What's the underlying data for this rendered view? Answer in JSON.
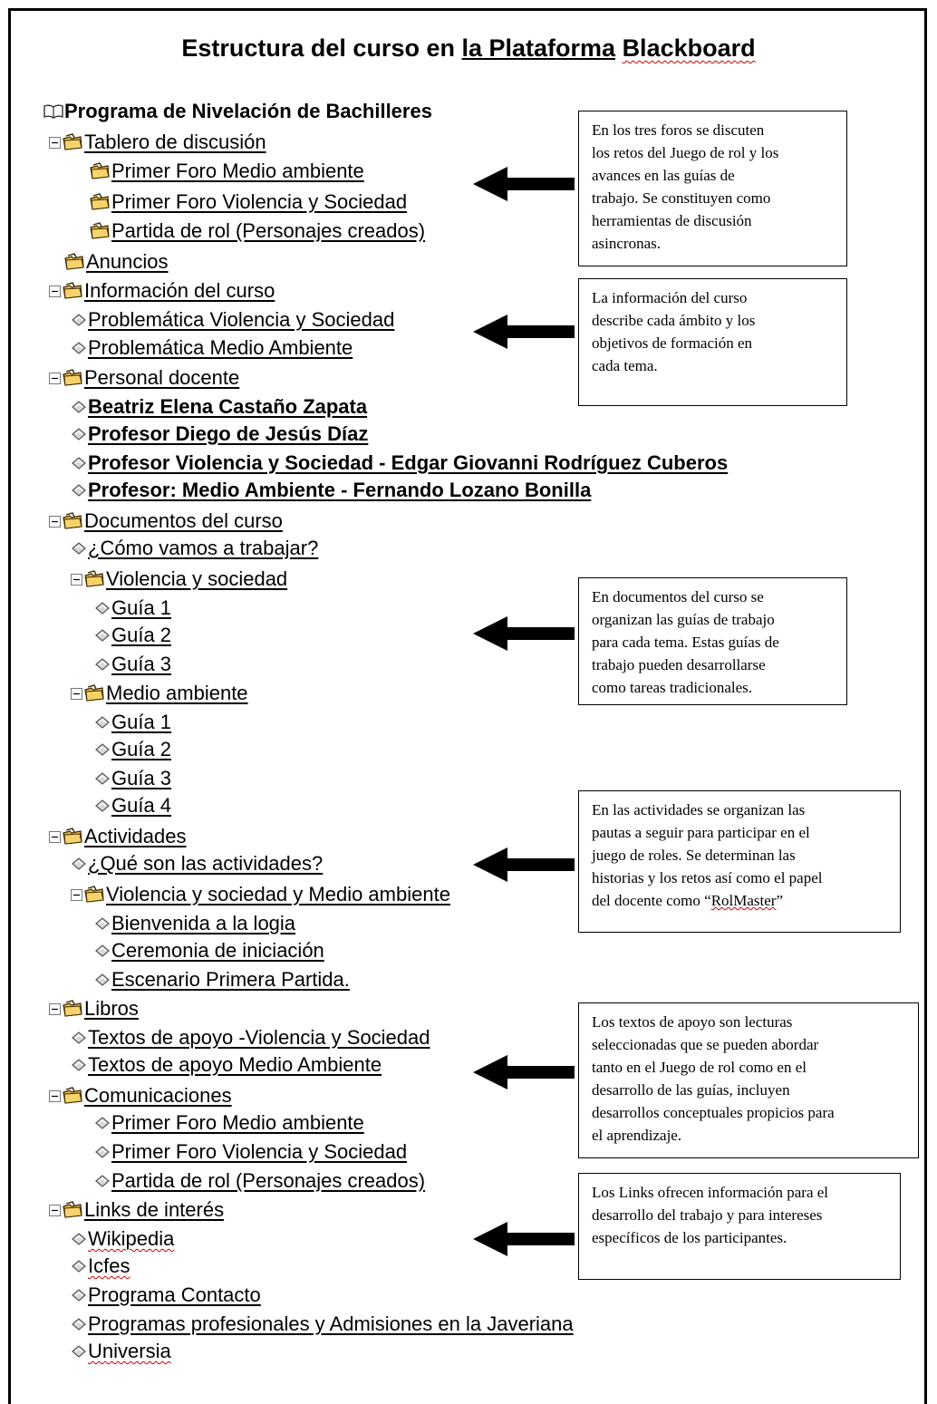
{
  "title": {
    "part1": "Estructura del curso en ",
    "part2": "la Plataforma",
    "part3": " ",
    "part4": "Blackboard"
  },
  "tree": [
    {
      "label": "Programa de Nivelación de Bachilleres",
      "icon": "book-icon"
    },
    {
      "label": "Tablero de discusión",
      "icon": "folder-icon",
      "expander": true
    },
    {
      "label": "Primer Foro Medio ambiente",
      "icon": "folder-icon"
    },
    {
      "label": "Primer Foro Violencia y Sociedad",
      "icon": "folder-icon"
    },
    {
      "label": "Partida de rol (Personajes creados)",
      "icon": "folder-icon"
    },
    {
      "label": "Anuncios",
      "icon": "folder-icon"
    },
    {
      "label": "Información del curso",
      "icon": "folder-icon",
      "expander": true
    },
    {
      "label": "Problemática Violencia y Sociedad",
      "icon": "item-icon"
    },
    {
      "label": "Problemática Medio Ambiente",
      "icon": "item-icon"
    },
    {
      "label": "Personal docente",
      "icon": "folder-icon",
      "expander": true
    },
    {
      "label": " Beatriz Elena Castaño Zapata",
      "icon": "item-icon"
    },
    {
      "label": "Profesor Diego de Jesús Díaz",
      "icon": "item-icon"
    },
    {
      "label": "Profesor Violencia y  Sociedad - Edgar Giovanni Rodríguez Cuberos",
      "icon": "item-icon"
    },
    {
      "label": "Profesor: Medio Ambiente - Fernando Lozano Bonilla",
      "icon": "item-icon"
    },
    {
      "label": "Documentos del curso",
      "icon": "folder-icon",
      "expander": true
    },
    {
      "label": "¿Cómo vamos a trabajar?",
      "icon": "item-icon"
    },
    {
      "label": "Violencia y sociedad",
      "icon": "folder-icon",
      "expander": true
    },
    {
      "label": "Guía 1",
      "icon": "item-icon"
    },
    {
      "label": "Guía 2",
      "icon": "item-icon"
    },
    {
      "label": "Guía 3",
      "icon": "item-icon"
    },
    {
      "label": "Medio ambiente",
      "icon": "folder-icon",
      "expander": true
    },
    {
      "label": "Guía 1",
      "icon": "item-icon"
    },
    {
      "label": "Guía 2",
      "icon": "item-icon"
    },
    {
      "label": "Guía 3",
      "icon": "item-icon"
    },
    {
      "label": "Guía 4",
      "icon": "item-icon"
    },
    {
      "label": "Actividades",
      "icon": "folder-icon",
      "expander": true
    },
    {
      "label": "¿Qué son las actividades?",
      "icon": "item-icon"
    },
    {
      "label": "Violencia y sociedad y Medio ambiente",
      "icon": "folder-icon",
      "expander": true
    },
    {
      "label": "Bienvenida a la logia",
      "icon": "item-icon"
    },
    {
      "label": "Ceremonia de iniciación",
      "icon": "item-icon"
    },
    {
      "label": "Escenario Primera Partida.",
      "icon": "item-icon"
    },
    {
      "label": "Libros",
      "icon": "folder-icon",
      "expander": true
    },
    {
      "label": "Textos de apoyo -Violencia y Sociedad",
      "icon": "item-icon"
    },
    {
      "label": "Textos de apoyo Medio Ambiente",
      "icon": "item-icon"
    },
    {
      "label": "Comunicaciones",
      "icon": "folder-icon",
      "expander": true
    },
    {
      "label": "Primer Foro Medio ambiente",
      "icon": "item-icon"
    },
    {
      "label": "Primer Foro Violencia y Sociedad",
      "icon": "item-icon"
    },
    {
      "label": "Partida de rol (Personajes creados)",
      "icon": "item-icon"
    },
    {
      "label": "Links de interés",
      "icon": "folder-icon",
      "expander": true
    },
    {
      "label": "Wikipedia",
      "icon": "item-icon"
    },
    {
      "label": "Icfes",
      "icon": "item-icon"
    },
    {
      "label": "Programa Contacto",
      "icon": "item-icon"
    },
    {
      "label": "Programas profesionales y Admisiones en la Javeriana",
      "icon": "item-icon"
    },
    {
      "label": "Universia",
      "icon": "item-icon"
    }
  ],
  "notes": {
    "foros": [
      "En los tres foros se discuten",
      "los retos del Juego de rol y los",
      "avances en las guías de",
      "trabajo. Se constituyen como",
      "herramientas de discusión",
      "asincronas."
    ],
    "informacion": [
      "La información del curso",
      "describe cada ámbito y los",
      "objetivos de formación en",
      "cada tema."
    ],
    "documentos": [
      "En documentos del curso se",
      "organizan las guías de trabajo",
      "para cada tema. Estas guías de",
      "trabajo pueden desarrollarse",
      "como tareas tradicionales."
    ],
    "actividades": [
      "En las actividades se organizan las",
      "pautas a seguir para participar en el",
      "juego de roles. Se determinan las",
      "historias y los retos así como el papel"
    ],
    "actividades_last_pre": "del docente como “",
    "actividades_last_rm": "RolMaster",
    "actividades_last_post": "”",
    "textos": [
      "Los textos de apoyo son lecturas",
      "seleccionadas que se pueden abordar",
      "tanto en el Juego de rol como en el",
      "desarrollo de las guías, incluyen",
      "desarrollos conceptuales propicios para",
      "el aprendizaje."
    ],
    "links": [
      "Los Links ofrecen información para el",
      "desarrollo del trabajo y para intereses",
      "específicos de los participantes."
    ]
  }
}
